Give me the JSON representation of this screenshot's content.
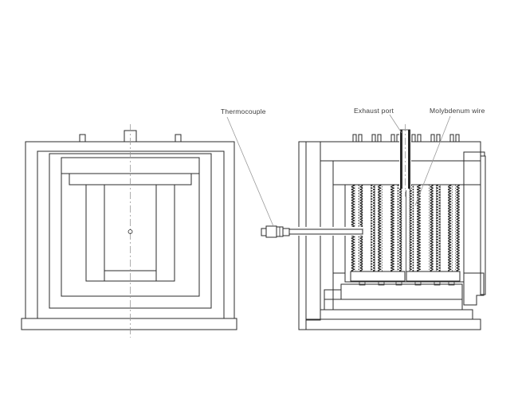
{
  "drawing": {
    "annotations": {
      "thermocouple": "Thermocouple",
      "exhaust_port": "Exhaust port",
      "molybdenum_wire": "Molybdenum wire"
    },
    "colors": {
      "line": "#2b2b2b",
      "hatch": "#8f8f8f",
      "leader": "#9a9a9a",
      "text": "#3c3c3c",
      "background": "#ffffff"
    }
  }
}
